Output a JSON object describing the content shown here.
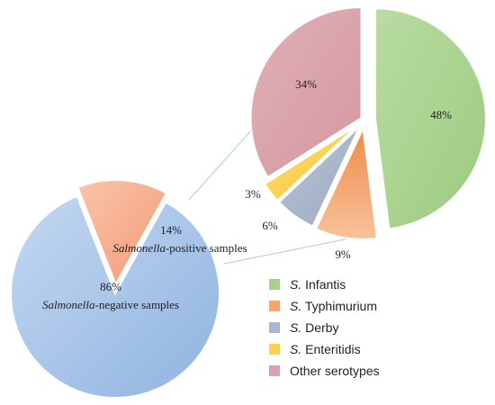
{
  "chart_data": [
    {
      "type": "pie",
      "series": [
        {
          "name": "",
          "values": [
            {
              "label_prefix": "",
              "label_italic": "Salmonella",
              "label_suffix": "-negative samples",
              "value": 86,
              "pct": "86%",
              "color": "#9dbde6"
            },
            {
              "label_prefix": "",
              "label_italic": "Salmonella",
              "label_suffix": "-positive samples",
              "value": 14,
              "pct": "14%",
              "color": "#f6a988"
            }
          ]
        }
      ]
    },
    {
      "type": "pie",
      "series": [
        {
          "name": "",
          "values": [
            {
              "name_italic": "S.",
              "name_rest": " Infantis",
              "value": 48,
              "pct": "48%",
              "color": "#a8d08d"
            },
            {
              "name_italic": "S.",
              "name_rest": " Typhimurium",
              "value": 9,
              "pct": "9%",
              "color": "#f4a46c"
            },
            {
              "name_italic": "S.",
              "name_rest": " Derby",
              "value": 6,
              "pct": "6%",
              "color": "#a9b7cc"
            },
            {
              "name_italic": "S.",
              "name_rest": " Enteritidis",
              "value": 3,
              "pct": "3%",
              "color": "#ffd04f"
            },
            {
              "name_italic": "",
              "name_rest": "Other serotypes",
              "value": 34,
              "pct": "34%",
              "color": "#d9a2aa"
            }
          ]
        }
      ],
      "legend": "bottom-right"
    }
  ]
}
